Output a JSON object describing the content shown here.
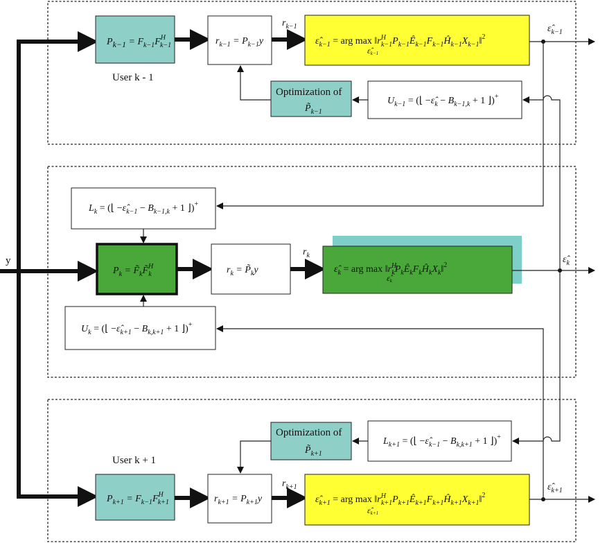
{
  "input_label": "y",
  "colors": {
    "teal": "#8ecfc8",
    "yellow": "#ffff33",
    "green": "#4aa83a",
    "cyan_shadow": "#7fcfc9",
    "white": "#ffffff"
  },
  "panels": {
    "top": {
      "user_label": "User k - 1",
      "precoder": "P_{k-1} = F_{k-1} F^H_{k-1}",
      "filter": "r_{k-1} = P_{k-1} y",
      "signal": "r_{k-1}",
      "detector": "ε̂_{k-1} = arg max ‖ r^H_{k-1} P_{k-1} Ê_{k-1} F_{k-1} Ĥ_{k-1} X_{k-1} ‖²",
      "optimization_title": "Optimization of",
      "optimization_var": "P̃_{k-1}",
      "bound": "U_{k-1} = ([ -ε̂_k - B_{k-1,k} + 1 ])⁺",
      "output": "ε̂_{k-1}"
    },
    "middle": {
      "lower_bound": "L_k = ([ -ε̂_{k-1} - B_{k-1,k} + 1 ])⁺",
      "precoder": "P_k = F̃_k F̃^H_k",
      "filter": "r_k = P̃_k y",
      "signal": "r_k",
      "detector": "ε̂_k = arg max ‖ r^H_k P_k Ê_k F_k Ĥ_k X_k ‖²",
      "upper_bound": "U_k = ([ -ε̂_{k+1} - B_{k,k+1} + 1 ])⁺",
      "output": "ε̂_k"
    },
    "bottom": {
      "user_label": "User k + 1",
      "precoder": "P_{k+1} = F_{k-1} F^H_{k+1}",
      "filter": "r_{k+1} = P_{k+1} y",
      "signal": "r_{k+1}",
      "detector": "ε̂_{k+1} = arg max ‖ r^H_{k+1} P_{k+1} Ê_{k+1} F_{k+1} Ĥ_{k+1} X_{k+1} ‖²",
      "optimization_title": "Optimization of",
      "optimization_var": "P̃_{k+1}",
      "bound": "L_{k+1} = ([ -ε̂_{k-1} - B_{k,k+1} + 1 ])⁺",
      "output": "ε̂_{k+1}"
    }
  }
}
